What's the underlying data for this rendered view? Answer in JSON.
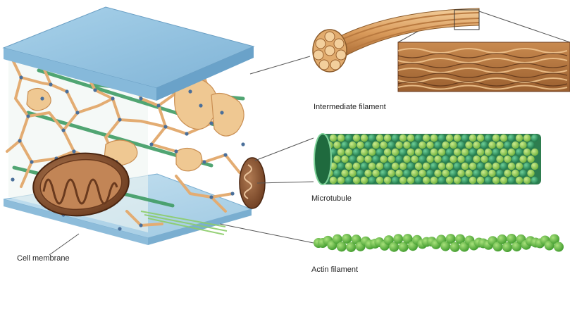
{
  "labels": {
    "intermediate_filament": "Intermediate filament",
    "microtubule": "Microtubule",
    "actin_filament": "Actin filament",
    "cell_membrane": "Cell membrane"
  },
  "colors": {
    "membrane_blue": "#8fc0de",
    "membrane_edge": "#6a9fc4",
    "filament_tan": "#e8b57e",
    "microtubule_green": "#4aa86a",
    "actin_green": "#58b848",
    "mitochondria_brown": "#8a5432",
    "granule_blue": "#4a6f9a"
  }
}
